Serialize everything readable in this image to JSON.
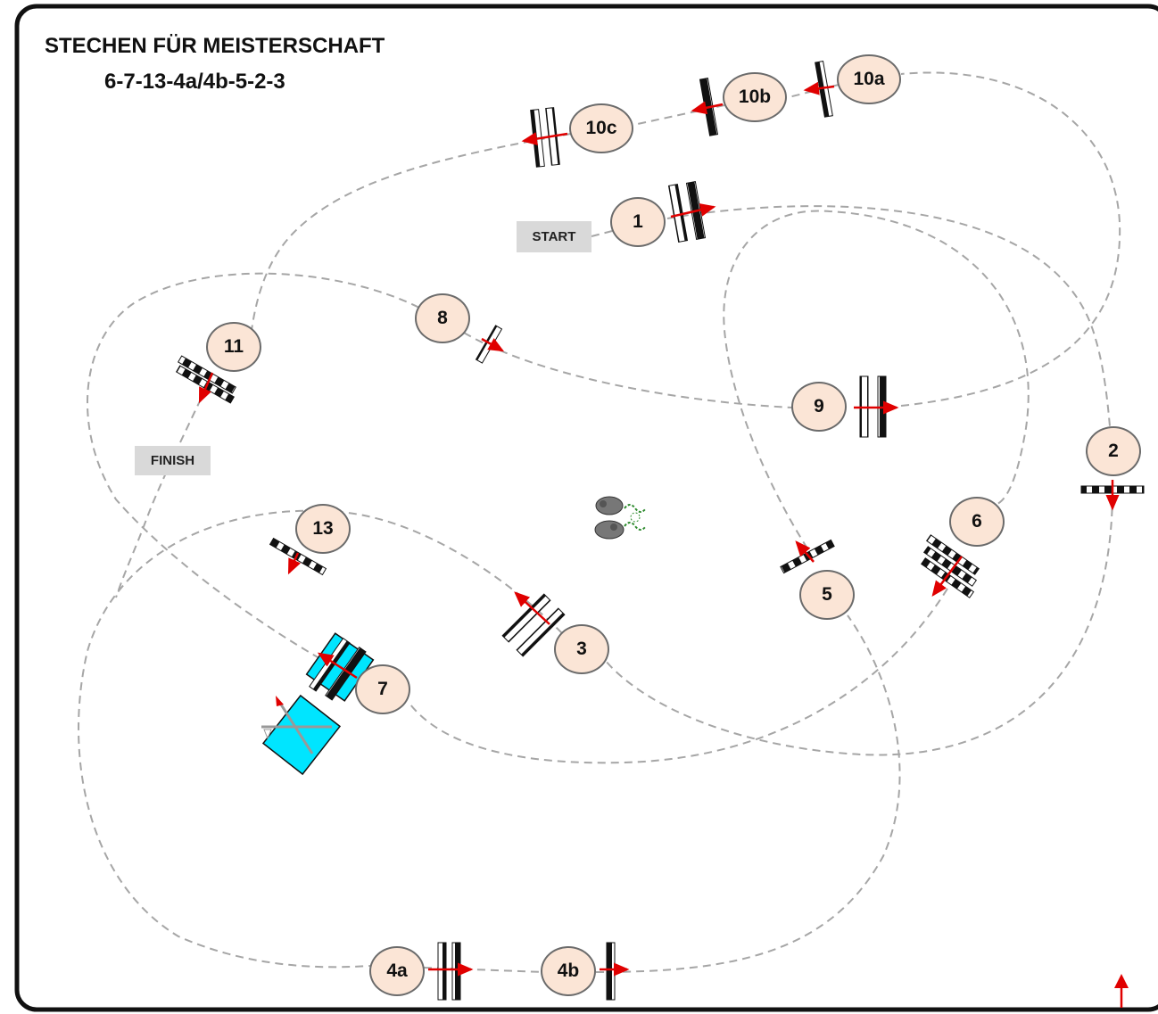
{
  "title": {
    "line1": "STECHEN FÜR MEISTERSCHAFT",
    "line2": "6-7-13-4a/4b-5-2-3"
  },
  "labels": {
    "start": "START",
    "finish": "FINISH"
  },
  "obstacles": [
    {
      "id": "1",
      "label": "1"
    },
    {
      "id": "2",
      "label": "2"
    },
    {
      "id": "3",
      "label": "3"
    },
    {
      "id": "4a",
      "label": "4a"
    },
    {
      "id": "4b",
      "label": "4b"
    },
    {
      "id": "5",
      "label": "5"
    },
    {
      "id": "6",
      "label": "6"
    },
    {
      "id": "7",
      "label": "7"
    },
    {
      "id": "8",
      "label": "8"
    },
    {
      "id": "9",
      "label": "9"
    },
    {
      "id": "10a",
      "label": "10a"
    },
    {
      "id": "10b",
      "label": "10b"
    },
    {
      "id": "10c",
      "label": "10c"
    },
    {
      "id": "11",
      "label": "11"
    },
    {
      "id": "13",
      "label": "13"
    }
  ],
  "colors": {
    "frame": "#111111",
    "path": "#a6a6a6",
    "number_fill": "#fbe5d6",
    "number_border": "#6b6b6b",
    "arrow": "#e00000",
    "water": "#00e5ff",
    "label_bg": "#d9d9d9"
  },
  "icons": [
    "north-arrow-icon",
    "decoration-rocks-icon",
    "water-jump-icon"
  ]
}
